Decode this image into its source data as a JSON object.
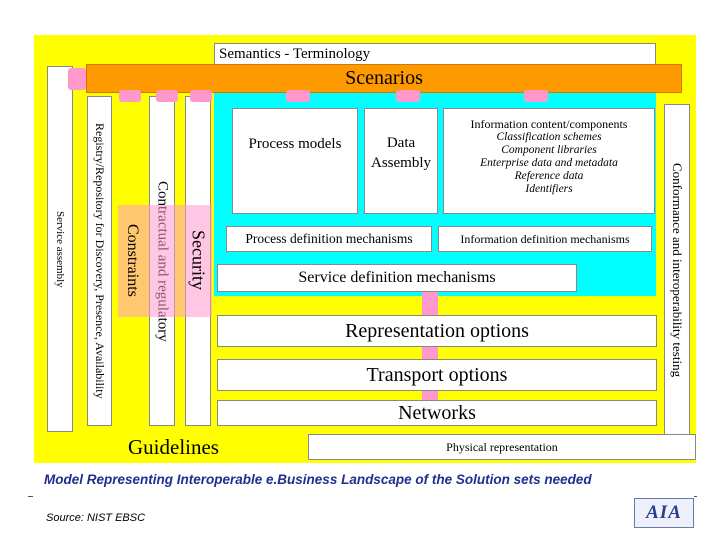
{
  "diagram": {
    "semantics_label": "Semantics - Terminology",
    "scenarios_label": "Scenarios",
    "process_models": "Process models",
    "data_assembly": "Data Assembly",
    "info_content_title": "Information content/components",
    "info_content_items": [
      "Classification schemes",
      "Component libraries",
      "Enterprise data and metadata",
      "Reference data",
      "Identifiers"
    ],
    "process_def": "Process definition mechanisms",
    "info_def": "Information definition mechanisms",
    "service_def": "Service definition mechanisms",
    "representation": "Representation options",
    "transport": "Transport options",
    "networks": "Networks",
    "guidelines": "Guidelines",
    "physical": "Physical representation",
    "service_assembly": "Service assembly",
    "registry": "Registry/Repository for Discovery, Presence, Availability",
    "contractual": "Contractual and regulatory",
    "constraints": "Constraints",
    "security": "Security",
    "conformance": "Conformance and interoperability testing"
  },
  "caption": "Model Representing Interoperable e.Business Landscape of the Solution sets needed",
  "source": "Source:  NIST EBSC",
  "logo": "AIA",
  "colors": {
    "yellow": "#ffff00",
    "cyan": "#00ffff",
    "orange": "#ff9900",
    "pink": "#ff99cc",
    "caption": "#1f2f8f"
  }
}
